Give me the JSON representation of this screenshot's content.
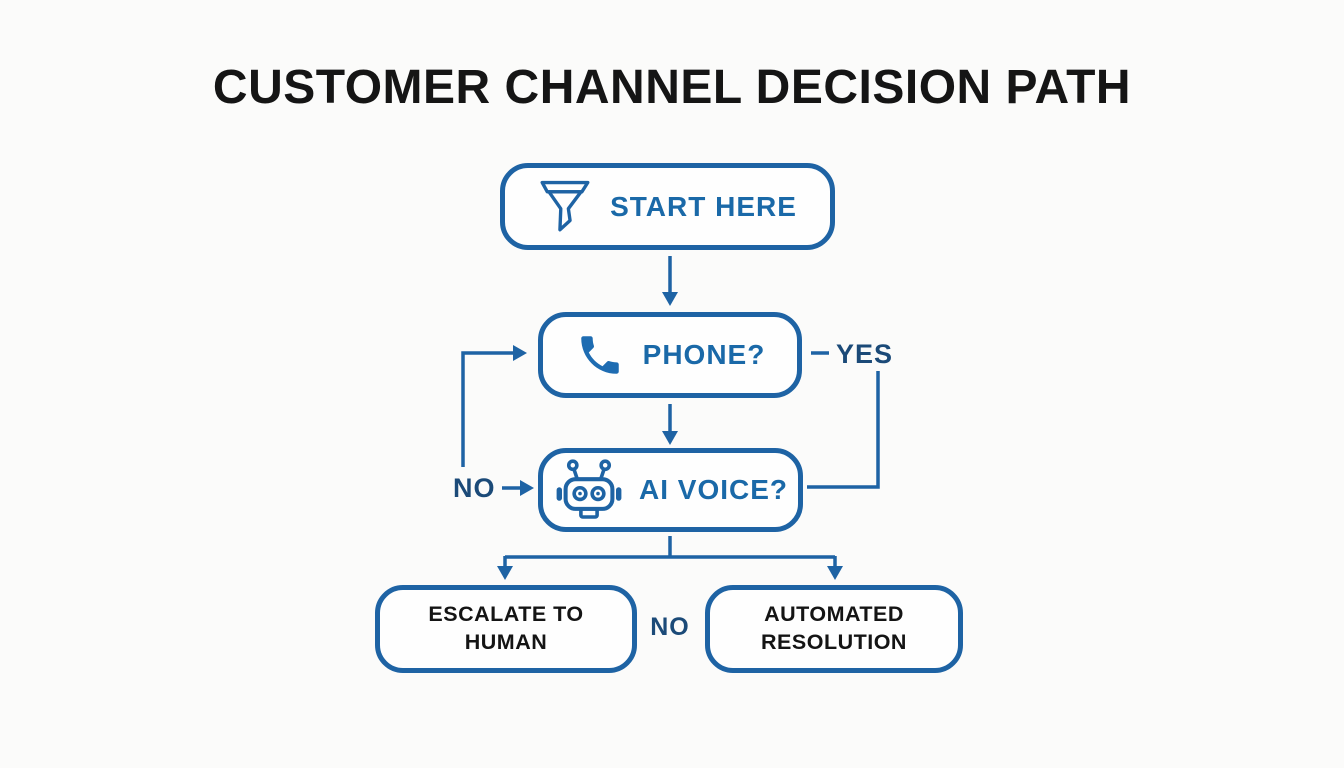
{
  "title": "CUSTOMER CHANNEL DECISION PATH",
  "colors": {
    "line_blue": "#1e63a4",
    "node_label_blue": "#1a69a8",
    "edge_label_blue": "#1b4a78",
    "text_black": "#141414",
    "background": "#fbfbfa"
  },
  "nodes": {
    "start": {
      "label": "START HERE",
      "icon": "funnel-icon"
    },
    "phone": {
      "label": "PHONE?",
      "icon": "phone-icon"
    },
    "ai_voice": {
      "label": "AI VOICE?",
      "icon": "robot-icon"
    },
    "escalate": {
      "label": "ESCALATE TO HUMAN"
    },
    "automated": {
      "label": "AUTOMATED RESOLUTION"
    }
  },
  "edges": {
    "yes_label": "YES",
    "no_loop_label": "NO",
    "no_bottom_label": "NO"
  }
}
